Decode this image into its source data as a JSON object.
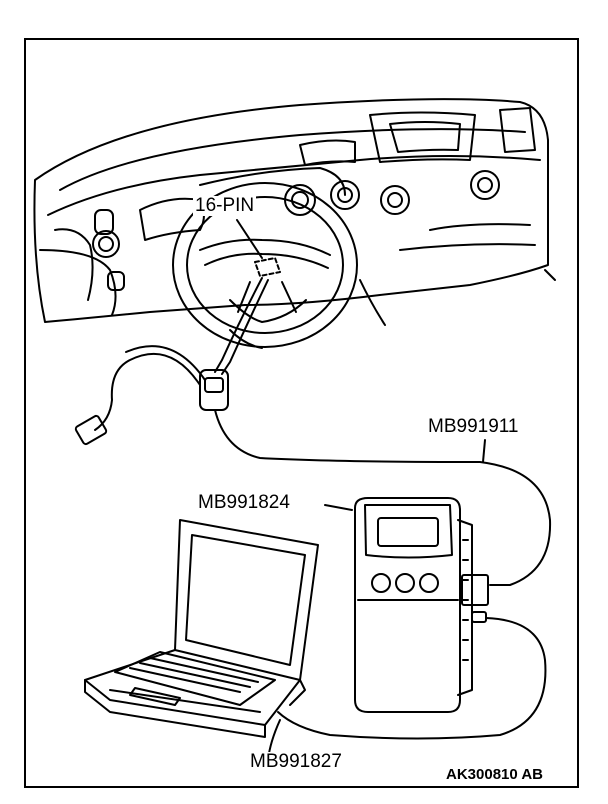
{
  "labels": {
    "connector": "16-PIN",
    "cable_main": "MB991911",
    "tester": "MB991824",
    "cable_usb": "MB991827"
  },
  "figure_code": "AK300810 AB"
}
